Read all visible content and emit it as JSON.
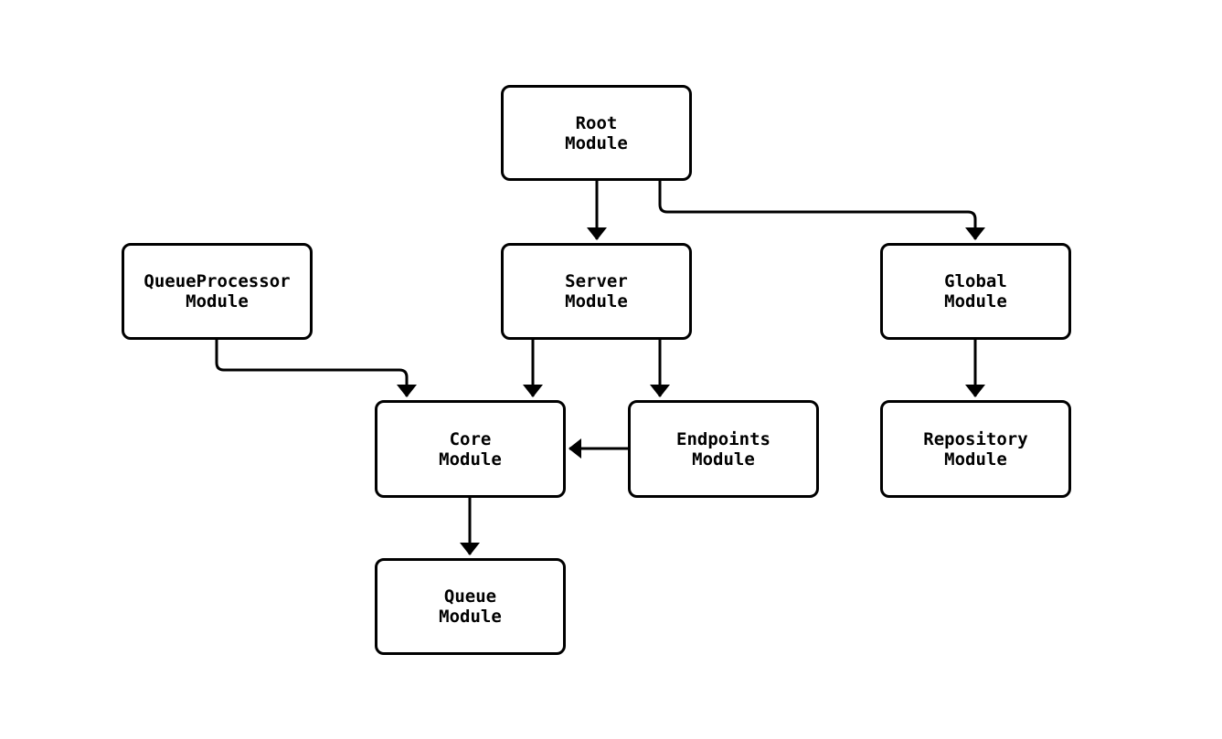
{
  "diagram": {
    "type": "flowchart",
    "background_color": "#ffffff",
    "node_fill_color": "#ffffff",
    "node_border_color": "#000000",
    "edge_color": "#000000",
    "text_color": "#000000",
    "nodes": [
      {
        "id": "root",
        "line1": "Root",
        "line2": "Module"
      },
      {
        "id": "queueprocessor",
        "line1": "QueueProcessor",
        "line2": "Module"
      },
      {
        "id": "server",
        "line1": "Server",
        "line2": "Module"
      },
      {
        "id": "global",
        "line1": "Global",
        "line2": "Module"
      },
      {
        "id": "core",
        "line1": "Core",
        "line2": "Module"
      },
      {
        "id": "endpoints",
        "line1": "Endpoints",
        "line2": "Module"
      },
      {
        "id": "repository",
        "line1": "Repository",
        "line2": "Module"
      },
      {
        "id": "queue",
        "line1": "Queue",
        "line2": "Module"
      }
    ],
    "edges": [
      {
        "from": "root",
        "to": "server"
      },
      {
        "from": "root",
        "to": "global"
      },
      {
        "from": "queueprocessor",
        "to": "core"
      },
      {
        "from": "server",
        "to": "core"
      },
      {
        "from": "server",
        "to": "endpoints"
      },
      {
        "from": "endpoints",
        "to": "core"
      },
      {
        "from": "global",
        "to": "repository"
      },
      {
        "from": "core",
        "to": "queue"
      }
    ]
  }
}
